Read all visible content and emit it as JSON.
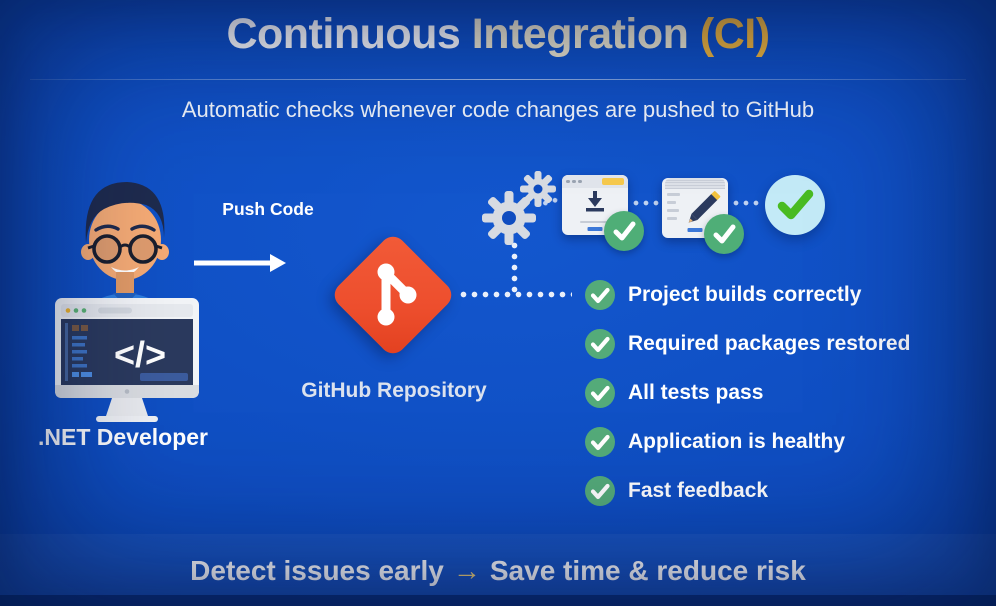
{
  "header": {
    "title": {
      "part_white": "Continuous ",
      "part_cream": "Integration",
      "part_gold": " (CI)"
    },
    "subtitle": "Automatic checks whenever code changes are pushed to GitHub"
  },
  "flow": {
    "developer_label": ".NET Developer",
    "push_code_label": "Push Code",
    "repository_label": "GitHub Repository"
  },
  "checklist": {
    "items": [
      "Project builds correctly",
      "Required packages restored",
      "All tests pass",
      "Application is healthy",
      "Fast feedback"
    ]
  },
  "footer": {
    "left": "Detect issues early",
    "arrow": "→",
    "right": "Save time & reduce risk"
  },
  "icons": {
    "code_glyph": "</>",
    "gear": "⚙",
    "check": "✓",
    "git_branch": "⎇",
    "pencil": "✎",
    "download": "⬇",
    "push_arrow": "→"
  },
  "colors": {
    "background_blue": "#0f4ec2",
    "title_cream": "#f1ead0",
    "title_gold": "#f4b83a",
    "git_orange": "#ed4e2d",
    "check_badge_green": "#54ab79",
    "success_check_green": "#49bb22",
    "success_circle_blue": "#c3eaf7",
    "footer_arrow_gold": "#f3d478",
    "monitor_screen_navy": "#2b3a5e"
  }
}
